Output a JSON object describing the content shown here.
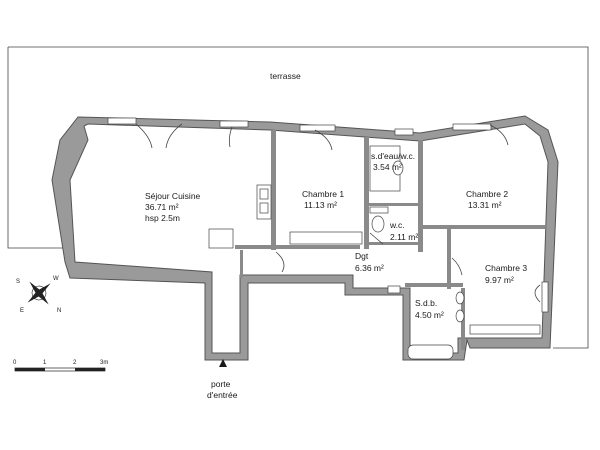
{
  "terrace": "terrasse",
  "rooms": [
    {
      "name": "Séjour Cuisine",
      "area": "36.71 m²",
      "extra": "hsp 2.5m"
    },
    {
      "name": "Chambre 1",
      "area": "11.13 m²"
    },
    {
      "name": "s.d'eau/w.c.",
      "area": "3.54 m²"
    },
    {
      "name": "Chambre 2",
      "area": "13.31 m²"
    },
    {
      "name": "w.c.",
      "area": "2.11 m²"
    },
    {
      "name": "Dgt",
      "area": "6.36 m²"
    },
    {
      "name": "Chambre 3",
      "area": "9.97 m²"
    },
    {
      "name": "S.d.b.",
      "area": "4.50 m²"
    }
  ],
  "entrance": {
    "line1": "porte",
    "line2": "d'entrée"
  },
  "scale": {
    "ticks": [
      "0",
      "1",
      "2",
      "3m"
    ]
  },
  "compass": {
    "n": "N",
    "s": "S",
    "e": "E",
    "w": "W"
  }
}
